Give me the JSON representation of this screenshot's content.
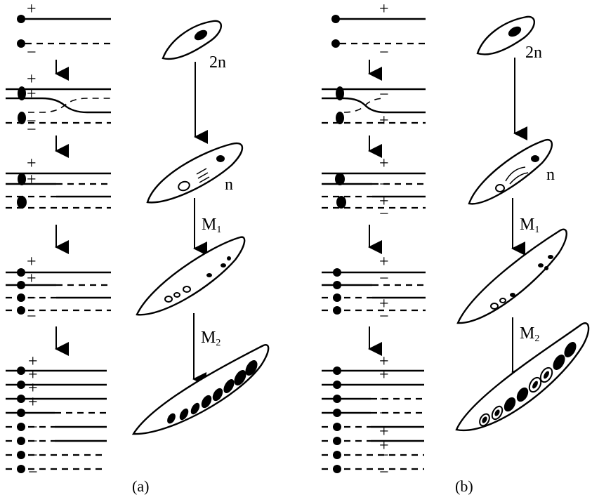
{
  "diagram": {
    "panels": [
      {
        "caption": "(a)",
        "stage_labels": {
          "diploid": "2n",
          "haploid": "n",
          "meiosis1": "M",
          "meiosis1_sub": "1",
          "meiosis2": "M",
          "meiosis2_sub": "2"
        }
      },
      {
        "caption": "(b)",
        "stage_labels": {
          "diploid": "2n",
          "haploid": "n",
          "meiosis1": "M",
          "meiosis1_sub": "1",
          "meiosis2": "M",
          "meiosis2_sub": "2"
        }
      }
    ],
    "signs": {
      "plus": "+",
      "minus": "−"
    }
  }
}
